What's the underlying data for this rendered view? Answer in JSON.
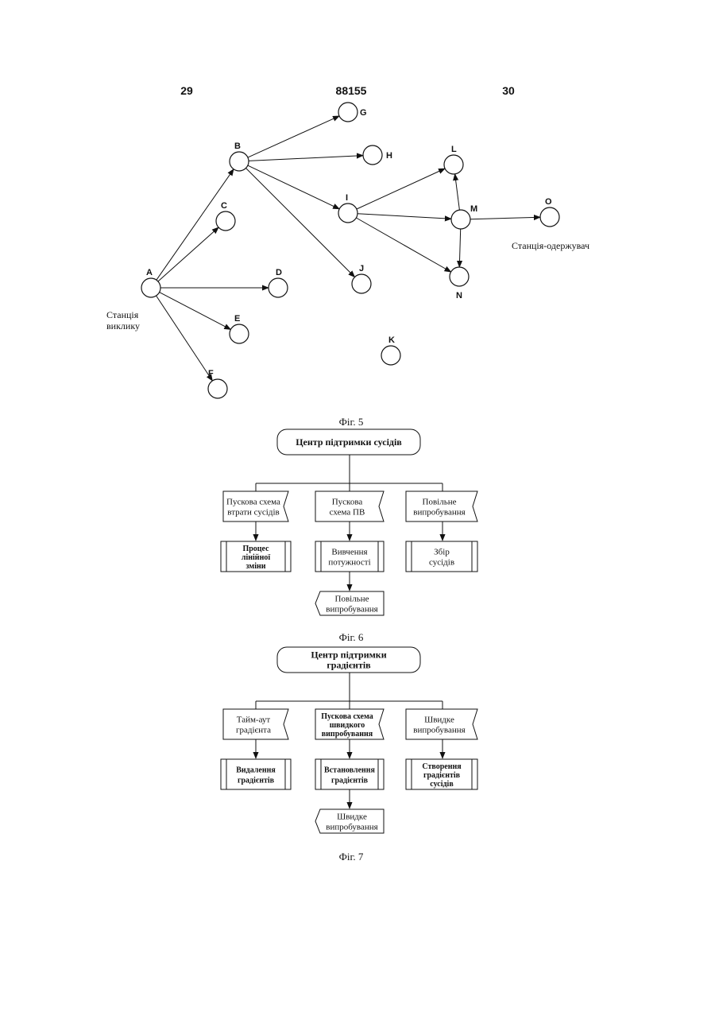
{
  "header": {
    "left_number": "29",
    "center_number": "88155",
    "right_number": "30"
  },
  "fig5": {
    "caption": "Фіг. 5",
    "nodes": [
      {
        "id": "A",
        "label": "A"
      },
      {
        "id": "B",
        "label": "B"
      },
      {
        "id": "C",
        "label": "C"
      },
      {
        "id": "D",
        "label": "D"
      },
      {
        "id": "E",
        "label": "E"
      },
      {
        "id": "F",
        "label": "F"
      },
      {
        "id": "G",
        "label": "G"
      },
      {
        "id": "H",
        "label": "H"
      },
      {
        "id": "I",
        "label": "I"
      },
      {
        "id": "J",
        "label": "J"
      },
      {
        "id": "K",
        "label": "K"
      },
      {
        "id": "L",
        "label": "L"
      },
      {
        "id": "M",
        "label": "M"
      },
      {
        "id": "N",
        "label": "N"
      },
      {
        "id": "O",
        "label": "O"
      }
    ],
    "edges": [
      [
        "A",
        "B"
      ],
      [
        "A",
        "C"
      ],
      [
        "A",
        "D"
      ],
      [
        "A",
        "E"
      ],
      [
        "A",
        "F"
      ],
      [
        "B",
        "G"
      ],
      [
        "B",
        "H"
      ],
      [
        "B",
        "I"
      ],
      [
        "B",
        "J"
      ],
      [
        "I",
        "L"
      ],
      [
        "I",
        "M"
      ],
      [
        "I",
        "N"
      ],
      [
        "M",
        "L"
      ],
      [
        "M",
        "N"
      ],
      [
        "M",
        "O"
      ]
    ],
    "source_label_line1": "Станція",
    "source_label_line2": "виклику",
    "destination_label": "Станція-одержувач"
  },
  "fig6": {
    "caption": "Фіг. 6",
    "top_title": "Центр підтримки сусідів",
    "triggers": [
      {
        "lines": [
          "Пускова схема",
          "втрати сусідів"
        ]
      },
      {
        "lines": [
          "Пускова",
          "схема ПВ"
        ]
      },
      {
        "lines": [
          "Повільне",
          "випробування"
        ]
      }
    ],
    "processes": [
      {
        "lines": [
          "Процес",
          "лінійної",
          "зміни"
        ]
      },
      {
        "lines": [
          "Вивчення",
          "потужності"
        ]
      },
      {
        "lines": [
          "Збір",
          "сусідів"
        ]
      }
    ],
    "output": {
      "lines": [
        "Повільне",
        "випробування"
      ]
    }
  },
  "fig7": {
    "caption": "Фіг. 7",
    "top_title_lines": [
      "Центр підтримки",
      "градієнтів"
    ],
    "triggers": [
      {
        "lines": [
          "Тайм-аут",
          "градієнта"
        ]
      },
      {
        "lines": [
          "Пускова схема",
          "швидкого",
          "випробування"
        ]
      },
      {
        "lines": [
          "Швидке",
          "випробування"
        ]
      }
    ],
    "processes": [
      {
        "lines": [
          "Видалення",
          "градієнтів"
        ]
      },
      {
        "lines": [
          "Встановлення",
          "градієнтів"
        ]
      },
      {
        "lines": [
          "Створення",
          "градієнтів",
          "сусідів"
        ]
      }
    ],
    "output": {
      "lines": [
        "Швидке",
        "випробування"
      ]
    }
  }
}
